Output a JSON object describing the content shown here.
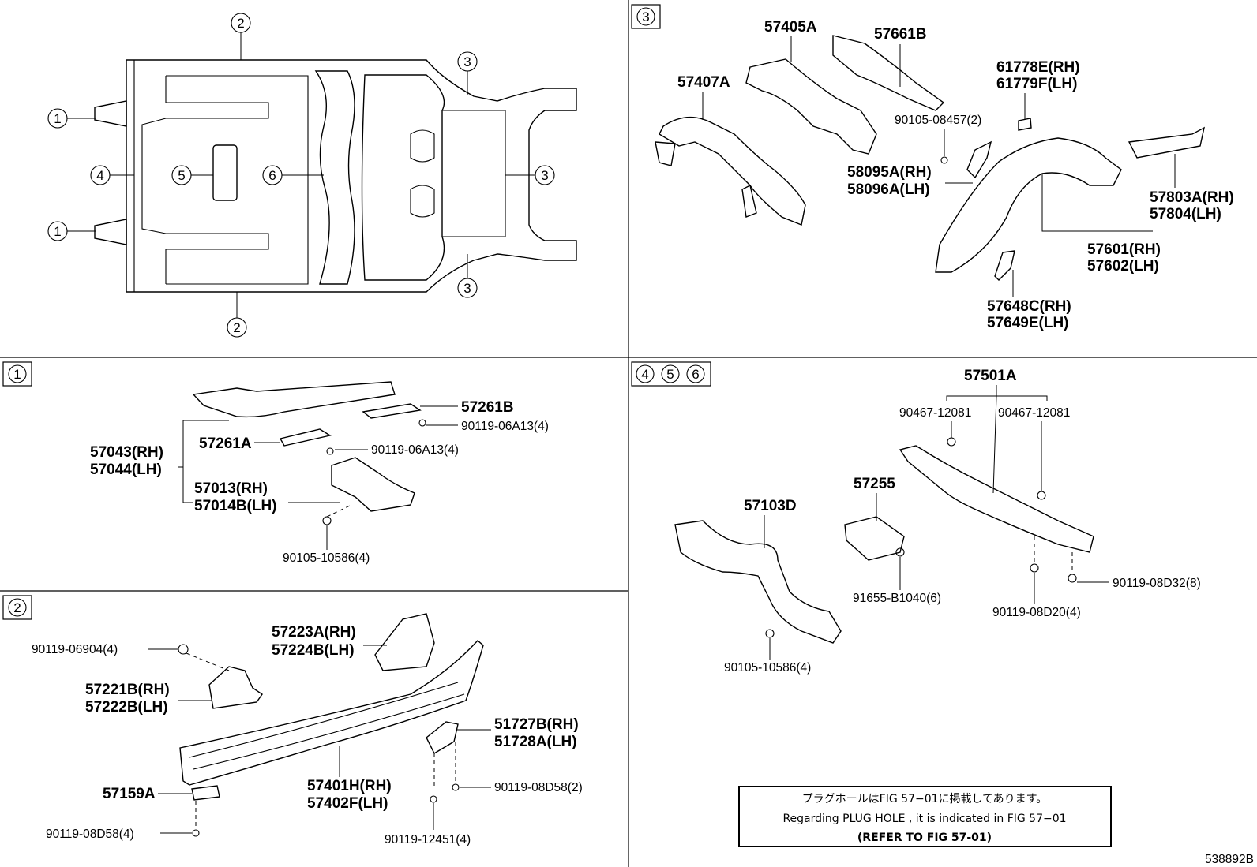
{
  "diagram_id": "538892B",
  "callouts": {
    "c1": "1",
    "c2": "2",
    "c3": "3",
    "c4": "4",
    "c5": "5",
    "c6": "6"
  },
  "section1": {
    "tag": "1",
    "parts": [
      "57261B",
      "90119-06A13(4)",
      "57261A",
      "90119-06A13(4)",
      "57043(RH)",
      "57044(LH)",
      "57013(RH)",
      "57014B(LH)",
      "90105-10586(4)"
    ]
  },
  "section2": {
    "tag": "2",
    "parts": [
      "57223A(RH)",
      "57224B(LH)",
      "90119-06904(4)",
      "57221B(RH)",
      "57222B(LH)",
      "51727B(RH)",
      "51728A(LH)",
      "57159A",
      "57401H(RH)",
      "57402F(LH)",
      "90119-08D58(2)",
      "90119-08D58(4)",
      "90119-12451(4)"
    ]
  },
  "section3": {
    "tag": "3",
    "parts": [
      "57405A",
      "57661B",
      "57407A",
      "61778E(RH)",
      "61779F(LH)",
      "90105-08457(2)",
      "58095A(RH)",
      "58096A(LH)",
      "57803A(RH)",
      "57804(LH)",
      "57601(RH)",
      "57602(LH)",
      "57648C(RH)",
      "57649E(LH)"
    ]
  },
  "section456": {
    "tags": [
      "4",
      "5",
      "6"
    ],
    "parts": [
      "57501A",
      "90467-12081",
      "90467-12081",
      "57255",
      "57103D",
      "90119-08D32(8)",
      "91655-B1040(6)",
      "90119-08D20(4)",
      "90105-10586(4)"
    ]
  },
  "note": {
    "jp": "プラグホールはFIG 57−01に掲載してあります。",
    "en": "Regarding PLUG HOLE , it is indicated in FIG 57−01",
    "ref": "(REFER TO FIG 57-01)"
  }
}
